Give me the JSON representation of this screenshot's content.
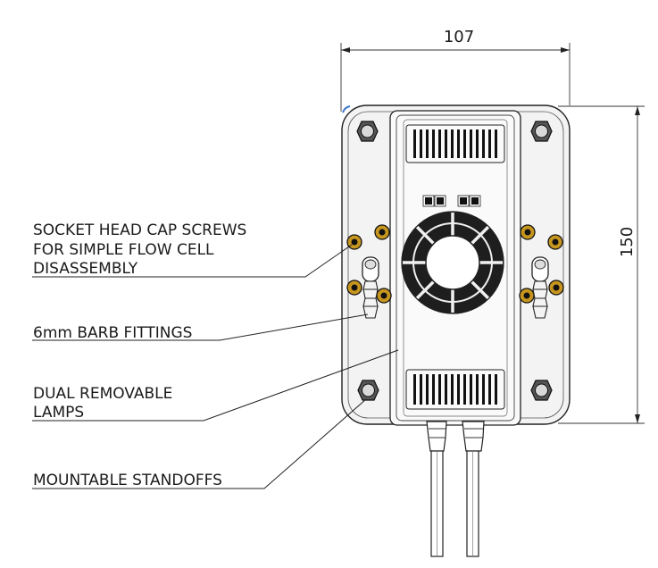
{
  "dimensions": {
    "width": "107",
    "height": "150"
  },
  "callouts": [
    {
      "lines": [
        "SOCKET HEAD CAP SCREWS",
        "FOR SIMPLE FLOW CELL",
        "DISASSEMBLY"
      ]
    },
    {
      "lines": [
        "6mm BARB FITTINGS"
      ]
    },
    {
      "lines": [
        "DUAL REMOVABLE",
        "LAMPS"
      ]
    },
    {
      "lines": [
        "MOUNTABLE STANDOFFS"
      ]
    }
  ],
  "colors": {
    "line": "#222222",
    "body_fill": "#f2f2f2",
    "lamp_fill": "#fafafa",
    "screw_ring": "#c7961f",
    "grille": "#111111",
    "fan": "#1e1e1e"
  },
  "icons": [
    "hex-standoff-icon",
    "socket-screw-icon",
    "barb-fitting-icon",
    "fan-icon",
    "cable-icon"
  ]
}
